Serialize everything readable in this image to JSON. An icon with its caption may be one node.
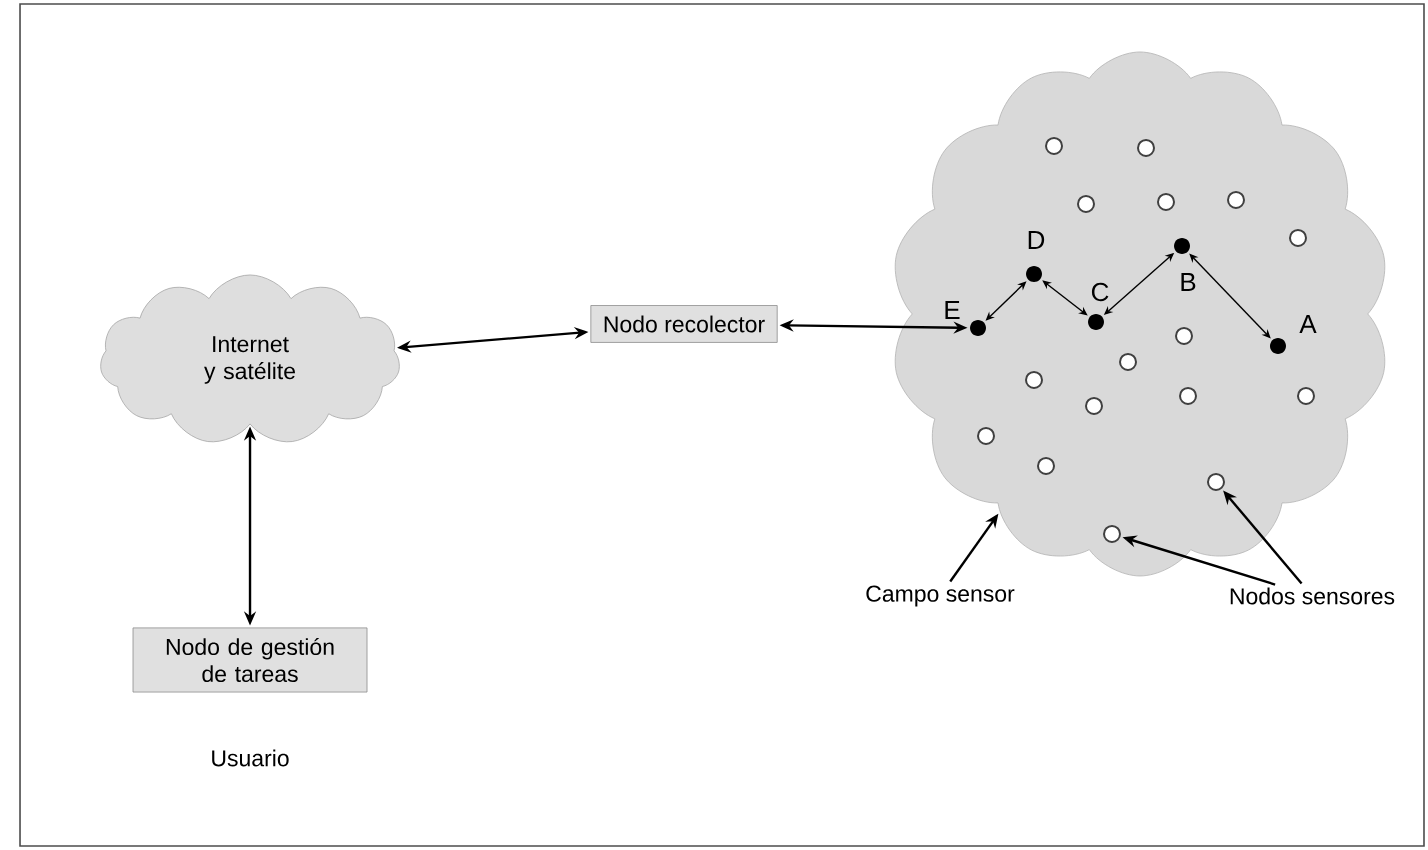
{
  "diagram": {
    "nodes": [
      {
        "text": [
          "Internet y satélite"
        ]
      },
      {
        "text": [
          "Nodo recolector"
        ]
      },
      {
        "text": [
          "Nodo de gestión de tareas"
        ],
        "beside": [
          "Usuario"
        ]
      },
      {
        "text": [],
        "shape": "cloud"
      },
      {
        "text": [],
        "shape": "circle",
        "in": 3,
        "beside": [
          "E"
        ]
      },
      {
        "text": [],
        "shape": "circle",
        "in": 3,
        "beside": [
          "D"
        ]
      },
      {
        "text": [],
        "shape": "circle",
        "in": 3,
        "beside": [
          "C"
        ]
      },
      {
        "text": [],
        "shape": "circle",
        "in": 3,
        "beside": [
          "B"
        ]
      },
      {
        "text": [],
        "shape": "circle",
        "in": 3,
        "beside": [
          "A"
        ]
      },
      {
        "text": [],
        "shape": "circle",
        "in": 3
      },
      {
        "text": [],
        "shape": "circle",
        "in": 3
      },
      {
        "text": [],
        "shape": "circle",
        "in": 3
      },
      {
        "text": [],
        "shape": "circle",
        "in": 3
      },
      {
        "text": [],
        "shape": "circle",
        "in": 3
      },
      {
        "text": [],
        "shape": "circle",
        "in": 3
      },
      {
        "text": [],
        "shape": "circle",
        "in": 3
      },
      {
        "text": [],
        "shape": "circle",
        "in": 3
      },
      {
        "text": [],
        "shape": "circle",
        "in": 3
      },
      {
        "text": [],
        "shape": "circle",
        "in": 3
      },
      {
        "text": [],
        "shape": "circle",
        "in": 3
      },
      {
        "text": [],
        "shape": "circle",
        "in": 3
      },
      {
        "text": [],
        "shape": "circle",
        "in": 3
      },
      {
        "text": [],
        "shape": "circle",
        "in": 3
      },
      {
        "text": [],
        "shape": "circle",
        "in": 3
      },
      {
        "text": [],
        "shape": "circle",
        "in": 3
      },
      {
        "text": [
          "Campo sensor"
        ]
      },
      {
        "text": [
          "Nodos sensores"
        ]
      }
    ],
    "edges": [
      {
        "from": 0,
        "to": 1,
        "arrow": "both"
      },
      {
        "from": 0,
        "to": 2,
        "arrow": "both"
      },
      {
        "from": 1,
        "to": 4,
        "arrow": "both"
      },
      {
        "from": 4,
        "to": 5,
        "arrow": "both"
      },
      {
        "from": 5,
        "to": 6,
        "arrow": "both"
      },
      {
        "from": 6,
        "to": 7,
        "arrow": "both"
      },
      {
        "from": 7,
        "to": 8,
        "arrow": "both"
      },
      {
        "from": 25,
        "to": 3,
        "arrow": "to"
      },
      {
        "from": 26,
        "to": 24,
        "arrow": "to"
      },
      {
        "from": 26,
        "to": 23,
        "arrow": "to"
      }
    ]
  }
}
